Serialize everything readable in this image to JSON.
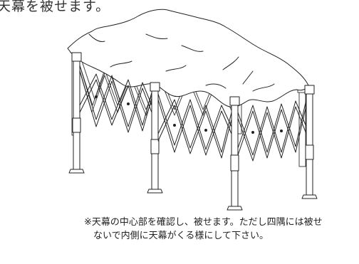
{
  "heading": "天幕を被せます。",
  "illustration": {
    "subject": "folding-canopy-tent-with-draped-cover",
    "stroke_color": "#222222",
    "fill_color": "#ffffff"
  },
  "caption": {
    "line1": "※天幕の中心部を確認し、被せます。ただし四隅には被せ",
    "line2": "ないで内側に天幕がくる様にして下さい。"
  }
}
